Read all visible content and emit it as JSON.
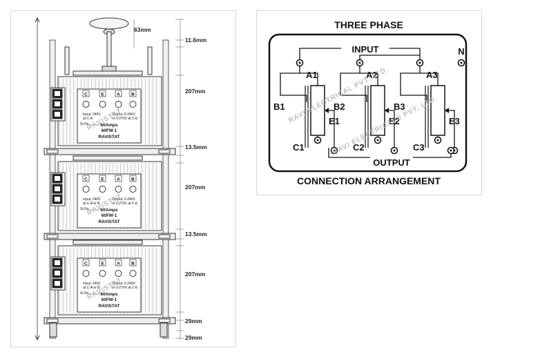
{
  "dimensions": {
    "top_offset": "63mm",
    "top_gap": "11.6mm",
    "unit_height": "207mm",
    "spacer": "13.5mm",
    "base_gap": "29mm",
    "foot_gap": "29mm"
  },
  "unit_plate": {
    "terminals": [
      "C",
      "E",
      "A",
      "B"
    ],
    "input_a": "Input: 240V",
    "input_b1": "at C-A",
    "input_b2": "at C-A or B",
    "output_a": "Output: 0-240V",
    "output_b": "or 0-270V at C-E",
    "rating": "60Amps",
    "model": "60FM-1",
    "brand": "RAVISTAT",
    "serial_prefix": "Sr.No."
  },
  "watermark": {
    "left": "RAVISTAT",
    "right_a": "RAVI ELECTRICAL PVT. LTD.",
    "right_b": "RAVI ELECTRICALS PVT. LTD."
  },
  "schematic": {
    "title": "THREE PHASE",
    "input_label": "INPUT",
    "output_label": "OUTPUT",
    "neutral_label": "N",
    "footer": "CONNECTION ARRANGEMENT",
    "phases": [
      {
        "a": "A1",
        "b": "B1",
        "c": "C1",
        "e": "E1"
      },
      {
        "a": "A2",
        "b": "B2",
        "c": "C2",
        "e": "E2"
      },
      {
        "a": "A3",
        "b": "B3",
        "c": "C3",
        "e": "E3"
      }
    ]
  }
}
